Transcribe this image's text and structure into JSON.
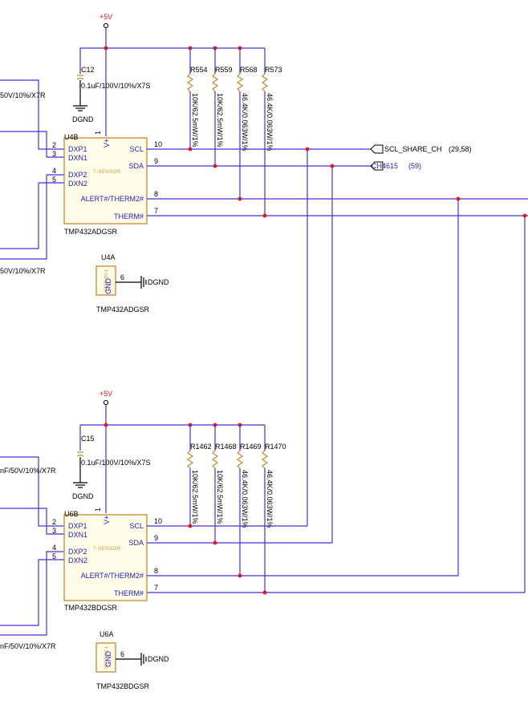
{
  "supply_label": "+5V",
  "ground_label": "DGND",
  "gnd_pin_label": "GND",
  "left_partial_labels": [
    "50V/10%/X7R",
    "50V/10%/X7R",
    "nF/50V/10%/X7R",
    "nF/50V/10%/X7R"
  ],
  "net_labels": {
    "scl": "SCL_SHARE_CH",
    "scl_ref": "(29,58)",
    "sda": "CH4615",
    "sda_ref": "(59)"
  },
  "pin_names": {
    "dxp1": "DXP1",
    "dxn1": "DXN1",
    "dxp2": "DXP2",
    "dxn2": "DXN2",
    "vplus": "V+",
    "scl": "SCL",
    "sda": "SDA",
    "alert": "ALERT#/THERM2#",
    "therm": "THERM#",
    "sensor_watermark": "T-SENSOR"
  },
  "pin_numbers": {
    "dxp1": "2",
    "dxn1": "3",
    "dxp2": "4",
    "dxn2": "5",
    "vplus": "1",
    "scl": "10",
    "sda": "9",
    "alert": "8",
    "therm": "7",
    "gnd": "6"
  },
  "top_block": {
    "capacitor": {
      "ref": "C12",
      "value": "0.1uF/100V/10%/X7S"
    },
    "ic_ref": "U4B",
    "ic_part": "TMP432ADGSR",
    "gnd_unit_ref": "U4A",
    "gnd_unit_part": "TMP432ADGSR",
    "resistors": [
      {
        "ref": "R554",
        "value": "10K/62.5mW/1%"
      },
      {
        "ref": "R559",
        "value": "10K/62.5mW/1%"
      },
      {
        "ref": "R568",
        "value": "46.4K/0.063W/1%"
      },
      {
        "ref": "R573",
        "value": "46.4K/0.063W/1%"
      }
    ]
  },
  "bottom_block": {
    "capacitor": {
      "ref": "C15",
      "value": "0.1uF/100V/10%/X7S"
    },
    "ic_ref": "U6B",
    "ic_part": "TMP432BDGSR",
    "gnd_unit_ref": "U6A",
    "gnd_unit_part": "TMP432BDGSR",
    "resistors": [
      {
        "ref": "R1462",
        "value": "10K/62.5mW/1%"
      },
      {
        "ref": "R1468",
        "value": "10K/62.5mW/1%"
      },
      {
        "ref": "R1469",
        "value": "46.4K/0.063W/1%"
      },
      {
        "ref": "R1470",
        "value": "46.4K/0.063W/1%"
      }
    ]
  }
}
